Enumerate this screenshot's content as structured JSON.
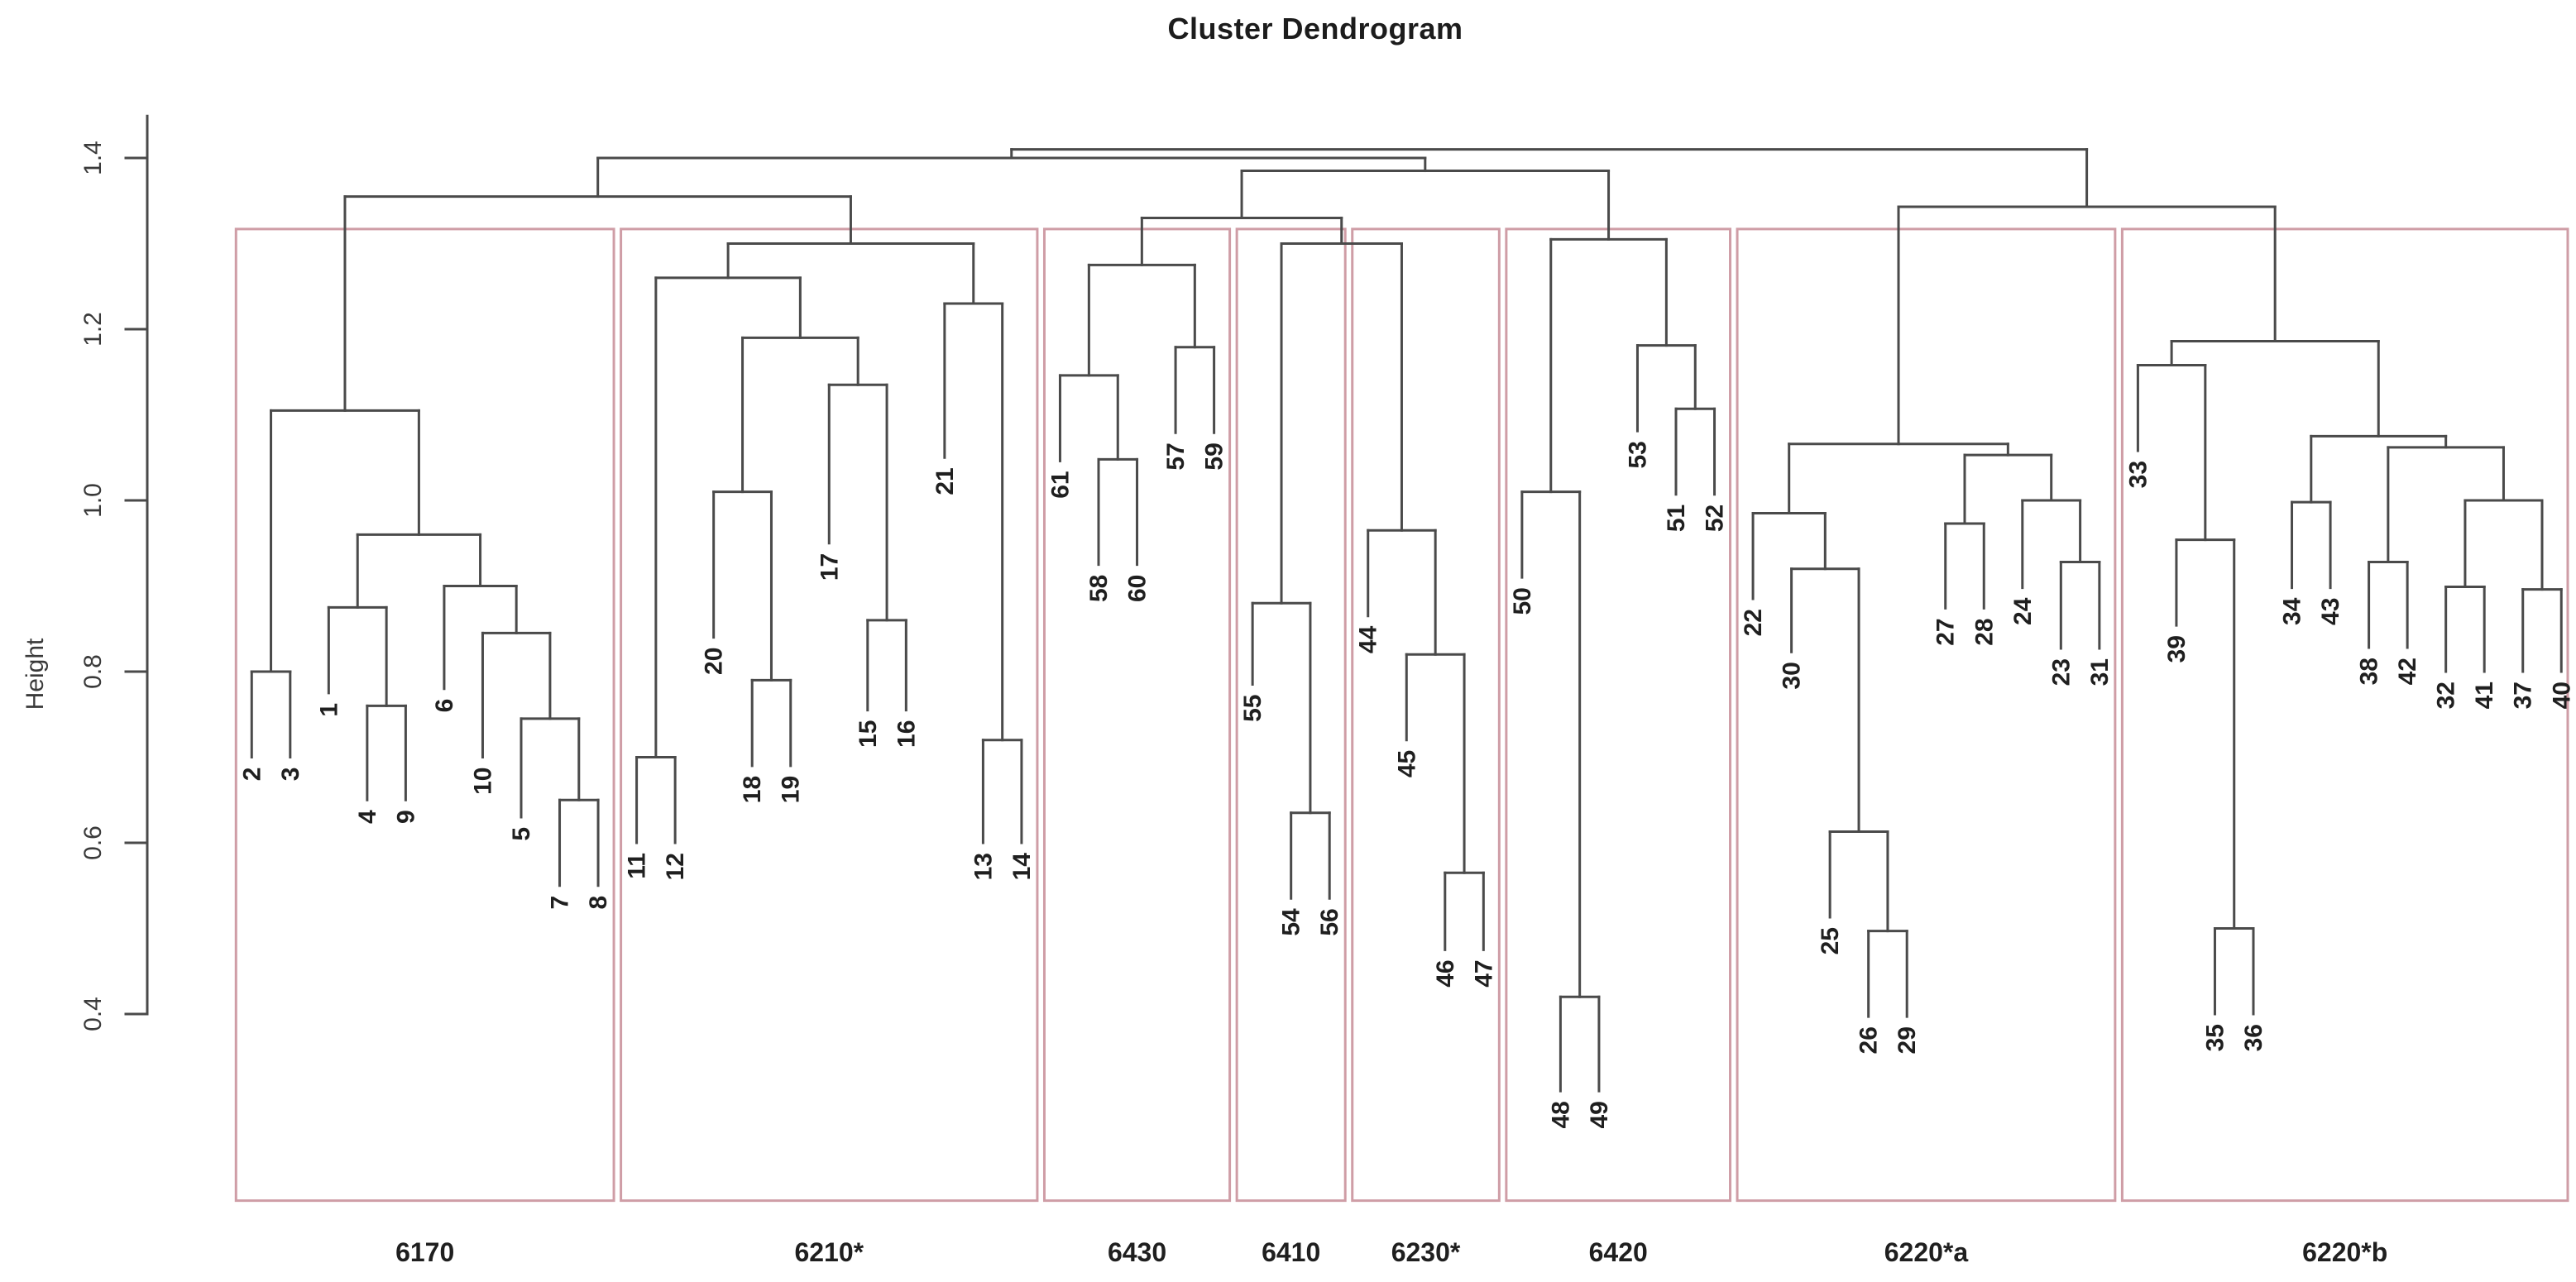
{
  "title": "Cluster Dendrogram",
  "axis": {
    "label": "Height",
    "tick_labels": [
      "0.4",
      "0.6",
      "0.8",
      "1.0",
      "1.2",
      "1.4"
    ],
    "tick_values": [
      0.4,
      0.6,
      0.8,
      1.0,
      1.2,
      1.4
    ]
  },
  "colors": {
    "line": "#4a4a4a",
    "box": "#cf9da6",
    "text": "#1f1f1f",
    "tick_text": "#3a3a3a"
  },
  "chart_data": {
    "type": "dendrogram",
    "title": "Cluster Dendrogram",
    "ylabel": "Height",
    "ylim": [
      0.4,
      1.45
    ],
    "yticks": [
      0.4,
      0.6,
      0.8,
      1.0,
      1.2,
      1.4
    ],
    "grid": false,
    "leaf_order": [
      "2",
      "3",
      "1",
      "4",
      "9",
      "6",
      "10",
      "5",
      "7",
      "8",
      "11",
      "12",
      "20",
      "18",
      "19",
      "17",
      "15",
      "16",
      "21",
      "13",
      "14",
      "61",
      "58",
      "60",
      "57",
      "59",
      "55",
      "54",
      "56",
      "44",
      "45",
      "46",
      "47",
      "50",
      "48",
      "49",
      "53",
      "51",
      "52",
      "22",
      "30",
      "25",
      "26",
      "29",
      "27",
      "28",
      "24",
      "23",
      "31",
      "33",
      "39",
      "35",
      "36",
      "34",
      "43",
      "38",
      "42",
      "32",
      "41",
      "37",
      "40"
    ],
    "clusters": [
      {
        "label": "6170",
        "from": 1,
        "to": 10
      },
      {
        "label": "6210*",
        "from": 11,
        "to": 21
      },
      {
        "label": "6430",
        "from": 22,
        "to": 26
      },
      {
        "label": "6410",
        "from": 27,
        "to": 29
      },
      {
        "label": "6230*",
        "from": 30,
        "to": 33
      },
      {
        "label": "6420",
        "from": 34,
        "to": 39
      },
      {
        "label": "6220*a",
        "from": 40,
        "to": 49
      },
      {
        "label": "6220*b",
        "from": 50,
        "to": 61
      }
    ],
    "box_top_height": 1.317,
    "box_bottom_height": 0.182,
    "tree": {
      "h": 1.41,
      "c": [
        {
          "h": 1.4,
          "c": [
            {
              "h": 1.355,
              "c": [
                {
                  "h": 1.105,
                  "c": [
                    {
                      "h": 0.8,
                      "c": [
                        {
                          "l": "2",
                          "b": 0.7
                        },
                        {
                          "l": "3",
                          "b": 0.7
                        }
                      ]
                    },
                    {
                      "h": 0.96,
                      "c": [
                        {
                          "h": 0.875,
                          "c": [
                            {
                              "l": "1",
                              "b": 0.775
                            },
                            {
                              "h": 0.76,
                              "c": [
                                {
                                  "l": "4",
                                  "b": 0.65
                                },
                                {
                                  "l": "9",
                                  "b": 0.65
                                }
                              ]
                            }
                          ]
                        },
                        {
                          "h": 0.9,
                          "c": [
                            {
                              "l": "6",
                              "b": 0.78
                            },
                            {
                              "h": 0.845,
                              "c": [
                                {
                                  "l": "10",
                                  "b": 0.7
                                },
                                {
                                  "h": 0.745,
                                  "c": [
                                    {
                                      "l": "5",
                                      "b": 0.63
                                    },
                                    {
                                      "h": 0.65,
                                      "c": [
                                        {
                                          "l": "7",
                                          "b": 0.55
                                        },
                                        {
                                          "l": "8",
                                          "b": 0.55
                                        }
                                      ]
                                    }
                                  ]
                                }
                              ]
                            }
                          ]
                        }
                      ]
                    }
                  ]
                },
                {
                  "h": 1.3,
                  "c": [
                    {
                      "h": 1.26,
                      "c": [
                        {
                          "h": 0.7,
                          "c": [
                            {
                              "l": "11",
                              "b": 0.6
                            },
                            {
                              "l": "12",
                              "b": 0.6
                            }
                          ]
                        },
                        {
                          "h": 1.19,
                          "c": [
                            {
                              "h": 1.01,
                              "c": [
                                {
                                  "l": "20",
                                  "b": 0.84
                                },
                                {
                                  "h": 0.79,
                                  "c": [
                                    {
                                      "l": "18",
                                      "b": 0.69
                                    },
                                    {
                                      "l": "19",
                                      "b": 0.69
                                    }
                                  ]
                                }
                              ]
                            },
                            {
                              "h": 1.135,
                              "c": [
                                {
                                  "l": "17",
                                  "b": 0.95
                                },
                                {
                                  "h": 0.86,
                                  "c": [
                                    {
                                      "l": "15",
                                      "b": 0.755
                                    },
                                    {
                                      "l": "16",
                                      "b": 0.755
                                    }
                                  ]
                                }
                              ]
                            }
                          ]
                        }
                      ]
                    },
                    {
                      "h": 1.23,
                      "c": [
                        {
                          "l": "21",
                          "b": 1.05
                        },
                        {
                          "h": 0.72,
                          "c": [
                            {
                              "l": "13",
                              "b": 0.6
                            },
                            {
                              "l": "14",
                              "b": 0.6
                            }
                          ]
                        }
                      ]
                    }
                  ]
                }
              ]
            },
            {
              "h": 1.385,
              "c": [
                {
                  "h": 1.33,
                  "c": [
                    {
                      "h": 1.275,
                      "c": [
                        {
                          "h": 1.146,
                          "c": [
                            {
                              "l": "61",
                              "b": 1.046
                            },
                            {
                              "h": 1.048,
                              "c": [
                                {
                                  "l": "58",
                                  "b": 0.925
                                },
                                {
                                  "l": "60",
                                  "b": 0.925
                                }
                              ]
                            }
                          ]
                        },
                        {
                          "h": 1.179,
                          "c": [
                            {
                              "l": "57",
                              "b": 1.079
                            },
                            {
                              "l": "59",
                              "b": 1.079
                            }
                          ]
                        }
                      ]
                    },
                    {
                      "h": 1.3,
                      "c": [
                        {
                          "h": 0.88,
                          "c": [
                            {
                              "l": "55",
                              "b": 0.785
                            },
                            {
                              "h": 0.635,
                              "c": [
                                {
                                  "l": "54",
                                  "b": 0.535
                                },
                                {
                                  "l": "56",
                                  "b": 0.535
                                }
                              ]
                            }
                          ]
                        },
                        {
                          "h": 0.965,
                          "c": [
                            {
                              "l": "44",
                              "b": 0.865
                            },
                            {
                              "h": 0.82,
                              "c": [
                                {
                                  "l": "45",
                                  "b": 0.72
                                },
                                {
                                  "h": 0.565,
                                  "c": [
                                    {
                                      "l": "46",
                                      "b": 0.475
                                    },
                                    {
                                      "l": "47",
                                      "b": 0.475
                                    }
                                  ]
                                }
                              ]
                            }
                          ]
                        }
                      ]
                    }
                  ]
                },
                {
                  "h": 1.305,
                  "c": [
                    {
                      "h": 1.01,
                      "c": [
                        {
                          "l": "50",
                          "b": 0.91
                        },
                        {
                          "h": 0.42,
                          "c": [
                            {
                              "l": "48",
                              "b": 0.31
                            },
                            {
                              "l": "49",
                              "b": 0.31
                            }
                          ]
                        }
                      ]
                    },
                    {
                      "h": 1.181,
                      "c": [
                        {
                          "l": "53",
                          "b": 1.081
                        },
                        {
                          "h": 1.107,
                          "c": [
                            {
                              "l": "51",
                              "b": 1.007
                            },
                            {
                              "l": "52",
                              "b": 1.007
                            }
                          ]
                        }
                      ]
                    }
                  ]
                }
              ]
            }
          ]
        },
        {
          "h": 1.343,
          "c": [
            {
              "h": 1.066,
              "c": [
                {
                  "h": 0.985,
                  "c": [
                    {
                      "l": "22",
                      "b": 0.885
                    },
                    {
                      "h": 0.92,
                      "c": [
                        {
                          "l": "30",
                          "b": 0.823
                        },
                        {
                          "h": 0.613,
                          "c": [
                            {
                              "l": "25",
                              "b": 0.513
                            },
                            {
                              "h": 0.497,
                              "c": [
                                {
                                  "l": "26",
                                  "b": 0.397
                                },
                                {
                                  "l": "29",
                                  "b": 0.397
                                }
                              ]
                            }
                          ]
                        }
                      ]
                    }
                  ]
                },
                {
                  "h": 1.053,
                  "c": [
                    {
                      "h": 0.973,
                      "c": [
                        {
                          "l": "27",
                          "b": 0.874
                        },
                        {
                          "l": "28",
                          "b": 0.874
                        }
                      ]
                    },
                    {
                      "h": 1.0,
                      "c": [
                        {
                          "l": "24",
                          "b": 0.898
                        },
                        {
                          "h": 0.928,
                          "c": [
                            {
                              "l": "23",
                              "b": 0.827
                            },
                            {
                              "l": "31",
                              "b": 0.827
                            }
                          ]
                        }
                      ]
                    }
                  ]
                }
              ]
            },
            {
              "h": 1.186,
              "c": [
                {
                  "h": 1.158,
                  "c": [
                    {
                      "l": "33",
                      "b": 1.058
                    },
                    {
                      "h": 0.954,
                      "c": [
                        {
                          "l": "39",
                          "b": 0.854
                        },
                        {
                          "h": 0.5,
                          "c": [
                            {
                              "l": "35",
                              "b": 0.4
                            },
                            {
                              "l": "36",
                              "b": 0.4
                            }
                          ]
                        }
                      ]
                    }
                  ]
                },
                {
                  "h": 1.075,
                  "c": [
                    {
                      "h": 0.998,
                      "c": [
                        {
                          "l": "34",
                          "b": 0.898
                        },
                        {
                          "l": "43",
                          "b": 0.898
                        }
                      ]
                    },
                    {
                      "h": 1.062,
                      "c": [
                        {
                          "h": 0.928,
                          "c": [
                            {
                              "l": "38",
                              "b": 0.828
                            },
                            {
                              "l": "42",
                              "b": 0.828
                            }
                          ]
                        },
                        {
                          "h": 1.0,
                          "c": [
                            {
                              "h": 0.899,
                              "c": [
                                {
                                  "l": "32",
                                  "b": 0.8
                                },
                                {
                                  "l": "41",
                                  "b": 0.8
                                }
                              ]
                            },
                            {
                              "h": 0.896,
                              "c": [
                                {
                                  "l": "37",
                                  "b": 0.8
                                },
                                {
                                  "l": "40",
                                  "b": 0.8
                                }
                              ]
                            }
                          ]
                        }
                      ]
                    }
                  ]
                }
              ]
            }
          ]
        }
      ]
    }
  }
}
